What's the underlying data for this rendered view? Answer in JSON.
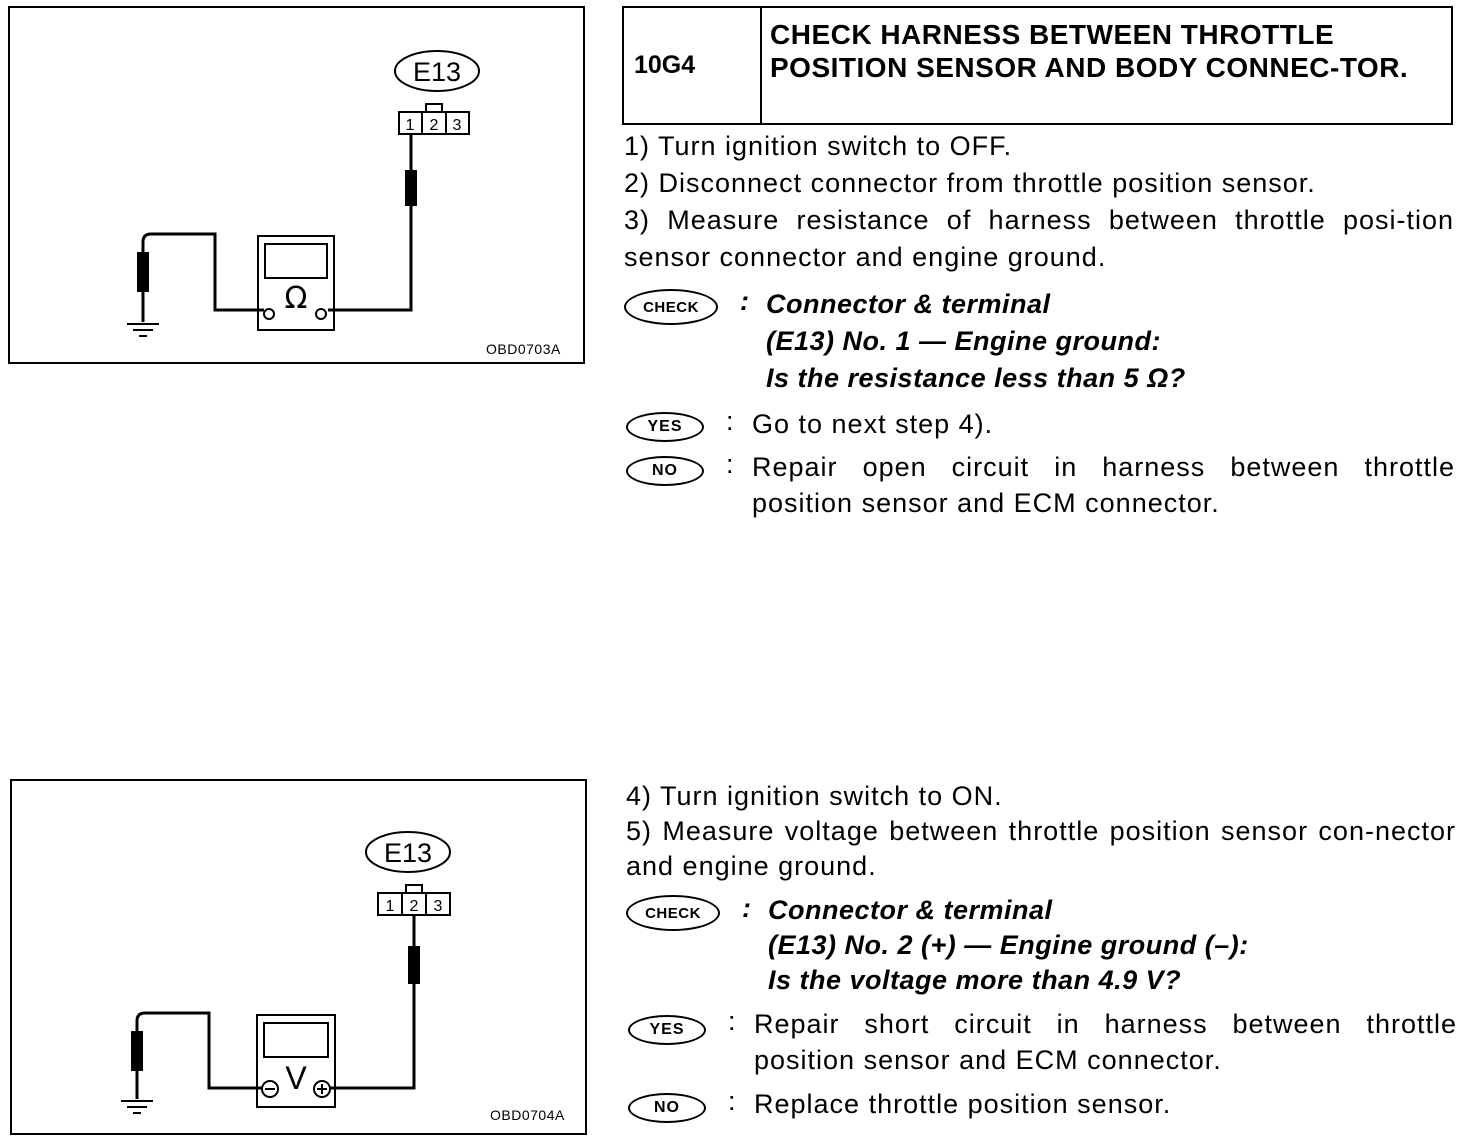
{
  "upper_figure": {
    "connector_label": "E13",
    "pins": [
      "1",
      "2",
      "3"
    ],
    "meter_symbol": "Ω",
    "figure_code": "OBD0703A"
  },
  "lower_figure": {
    "connector_label": "E13",
    "pins": [
      "1",
      "2",
      "3"
    ],
    "meter_symbol": "V",
    "figure_code": "OBD0704A"
  },
  "step": {
    "code": "10G4",
    "title": "CHECK HARNESS BETWEEN THROTTLE POSITION SENSOR AND BODY CONNEC-TOR."
  },
  "section1": {
    "instructions": [
      "1)  Turn ignition switch to OFF.",
      "2)  Disconnect connector from throttle position sensor.",
      "3)  Measure resistance of harness between throttle posi-tion sensor connector and engine ground."
    ],
    "check_badge": "CHECK",
    "check_lines": [
      "Connector & terminal",
      "(E13) No. 1 — Engine ground:",
      "Is the resistance less than 5 Ω?"
    ],
    "yes_badge": "YES",
    "yes_text": "Go to next step 4).",
    "no_badge": "NO",
    "no_text": "Repair open circuit in harness between throttle position sensor and ECM connector."
  },
  "section2": {
    "instructions": [
      "4)  Turn ignition switch to ON.",
      "5)  Measure voltage between throttle position sensor con-nector and engine ground."
    ],
    "check_badge": "CHECK",
    "check_lines": [
      "Connector & terminal",
      "(E13) No. 2 (+) — Engine ground (–):",
      "Is the voltage more than 4.9 V?"
    ],
    "yes_badge": "YES",
    "yes_text": "Repair short circuit in harness between throttle position sensor and ECM connector.",
    "no_badge": "NO",
    "no_text": "Replace throttle position sensor."
  }
}
